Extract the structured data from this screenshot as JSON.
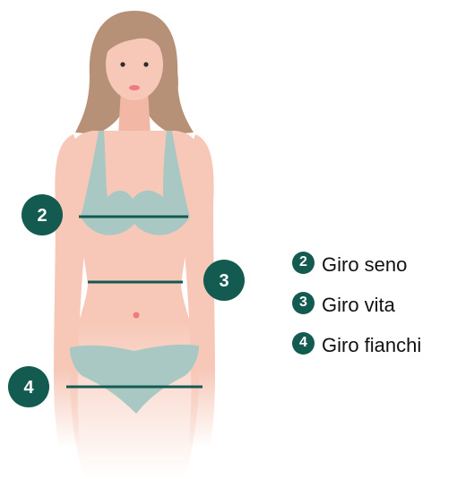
{
  "colors": {
    "marker": "#135a50",
    "skin": "#f7c8b8",
    "hair": "#b69077",
    "underwear": "#a9c8c4",
    "line": "#135a50"
  },
  "markers": [
    {
      "id": "bust",
      "number": "2"
    },
    {
      "id": "waist",
      "number": "3"
    },
    {
      "id": "hips",
      "number": "4"
    }
  ],
  "legend": [
    {
      "number": "2",
      "label": "Giro seno"
    },
    {
      "number": "3",
      "label": "Giro vita"
    },
    {
      "number": "4",
      "label": "Giro fianchi"
    }
  ]
}
